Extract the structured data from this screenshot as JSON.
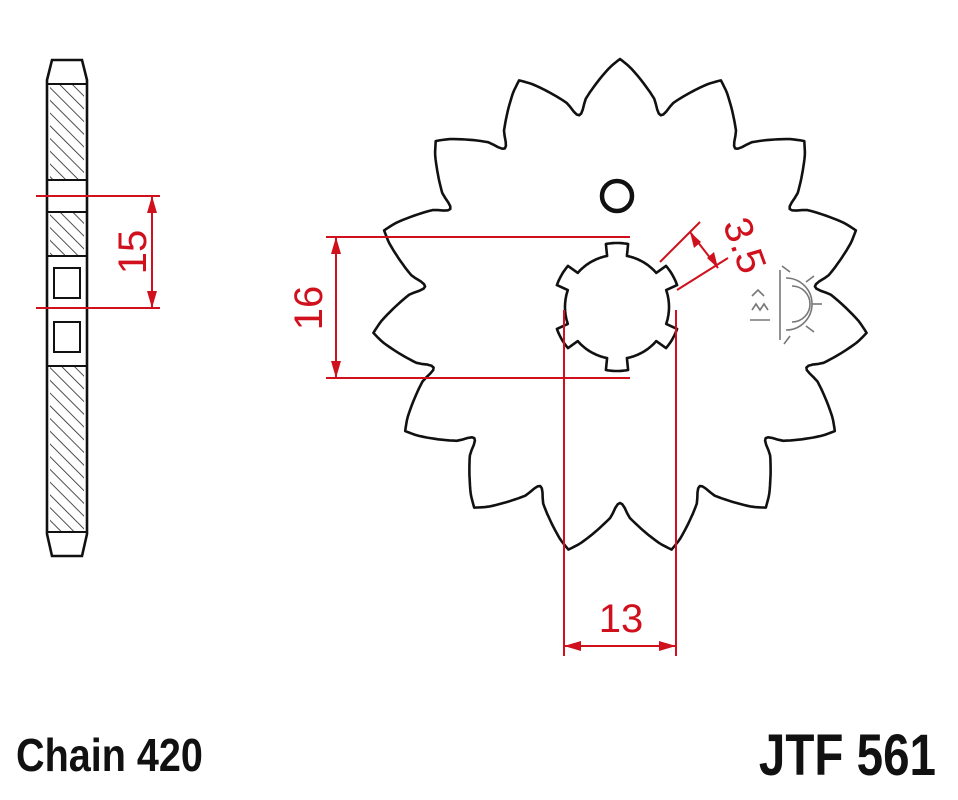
{
  "drawing": {
    "teeth": 15,
    "dimensions": {
      "spline_width": "16",
      "spline_depth": "13",
      "thickness": "15",
      "offset": "3.5"
    },
    "colors": {
      "outline": "#111111",
      "dimension": "#d0101c",
      "hatch": "#222222",
      "symbol": "#777777"
    }
  },
  "caption": {
    "chain": "Chain 420",
    "part_number": "JTF 561"
  }
}
